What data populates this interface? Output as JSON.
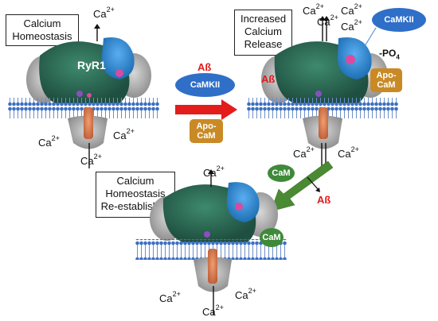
{
  "panel_top_left": {
    "box_label": "Calcium\nHomeostasis",
    "ion_top": "Ca",
    "ion_charge": "2+",
    "ryr1_label": "RyR1",
    "ions_bottom": [
      "Ca",
      "Ca",
      "Ca"
    ]
  },
  "middle": {
    "ab_label": "Aß",
    "camkii_label": "CaMKII",
    "apocam_label": "Apo-\nCaM"
  },
  "panel_top_right": {
    "box_label": "Increased\nCalcium\nRelease",
    "ions_top": [
      "Ca",
      "Ca",
      "Ca",
      "Ca"
    ],
    "ion_charge": "2+",
    "camkii_label": "CaMKII",
    "po4_label": "PO",
    "po4_sub": "4",
    "ab_label": "Aß",
    "apocam_label": "Apo-\nCaM",
    "ions_bottom": [
      "Ca",
      "Ca"
    ]
  },
  "lower_arrow": {
    "cam_label": "CaM",
    "ab_label": "Aß"
  },
  "panel_bottom": {
    "box_label": "Calcium\nHomeostasis\nRe-established",
    "ion_top": "Ca",
    "ion_charge": "2+",
    "cam_label": "CaM",
    "ions_bottom": [
      "Ca",
      "Ca",
      "Ca"
    ]
  },
  "colors": {
    "membrane": "#3a6fc4",
    "receptor_green": "#2f6f5a",
    "receptor_blue": "#2f8ad6",
    "camkii": "#2f6fc8",
    "apocam": "#c98a26",
    "cam": "#3f8a3a",
    "red_arrow": "#e31c1c",
    "green_arrow": "#4a8a32",
    "ab_red": "#e11b1b"
  }
}
